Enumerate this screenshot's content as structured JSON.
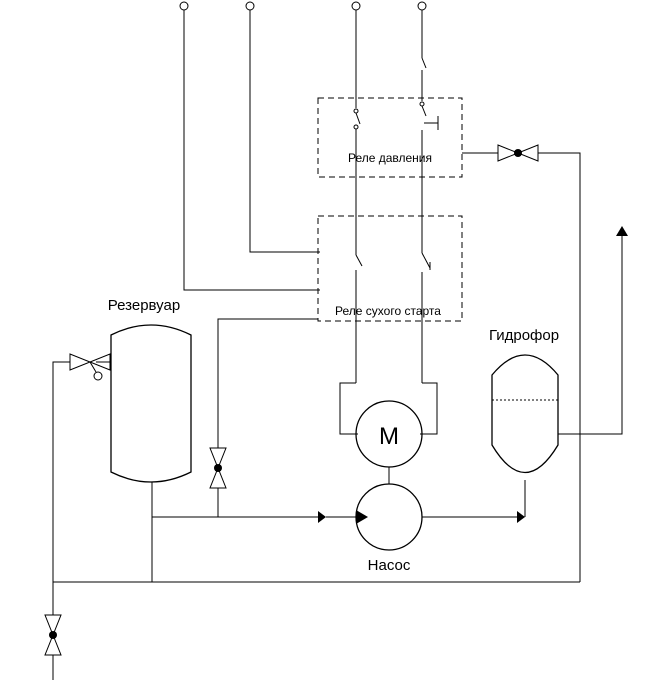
{
  "labels": {
    "reservoir": "Резервуар",
    "pressure_relay": "Реле давления",
    "dry_start_relay": "Реле сухого старта",
    "hydrophore": "Гидрофор",
    "motor": "M",
    "pump": "Насос"
  }
}
